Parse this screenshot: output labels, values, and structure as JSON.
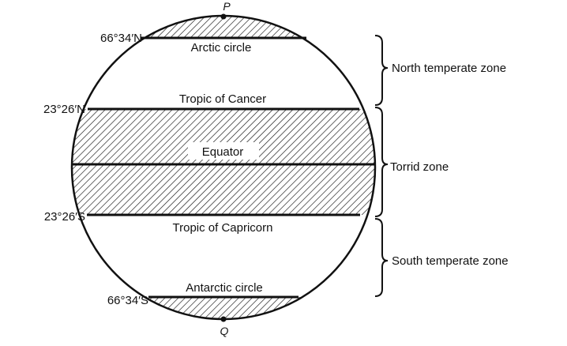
{
  "poles": {
    "north": "P",
    "south": "Q"
  },
  "latitudes": {
    "arctic": "66°34′N",
    "cancer": "23°26′N",
    "capricorn": "23°26′S",
    "antarctic": "66°34′S"
  },
  "lines": {
    "arctic": "Arctic circle",
    "cancer": "Tropic of Cancer",
    "equator": "Equator",
    "capricorn": "Tropic of Capricorn",
    "antarctic": "Antarctic circle"
  },
  "zones": {
    "north_temperate": "North temperate zone",
    "torrid": "Torrid zone",
    "south_temperate": "South temperate zone"
  },
  "colors": {
    "ink": "#111111",
    "background": "#ffffff"
  }
}
